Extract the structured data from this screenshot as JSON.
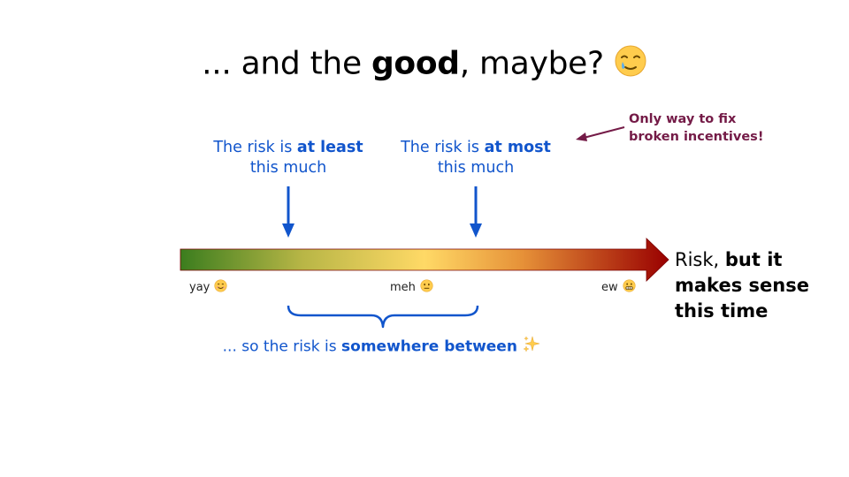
{
  "title": {
    "prefix": "... and the ",
    "bold": "good",
    "suffix": ", maybe?",
    "emoji_name": "face-holding-back-tears-icon"
  },
  "labels": {
    "at_least": {
      "pre": "The risk is ",
      "bold": "at least",
      "line2": "this much"
    },
    "at_most": {
      "pre": "The risk is ",
      "bold": "at most",
      "line2": "this much"
    }
  },
  "annotation": {
    "line1": "Only way to fix",
    "line2": "broken incentives!"
  },
  "scale": {
    "ticks": [
      {
        "label": "yay",
        "emoji_name": "smiling-face-icon"
      },
      {
        "label": "meh",
        "emoji_name": "neutral-face-icon"
      },
      {
        "label": "ew",
        "emoji_name": "grimacing-face-icon"
      }
    ],
    "gradient_colors": [
      "#3b7d1e",
      "#b8b646",
      "#ffd966",
      "#e69138",
      "#990000"
    ]
  },
  "risk_label": {
    "plain": "Risk, ",
    "bold_line1": "but it",
    "bold_line2": "makes sense",
    "bold_line3": "this time"
  },
  "between": {
    "pre": "... so the risk is ",
    "bold": "somewhere between",
    "emoji_name": "sparkles-icon"
  },
  "colors": {
    "label_blue": "#1155cc",
    "arrow_blue": "#1155cc",
    "annotation_purple": "#741b47"
  }
}
